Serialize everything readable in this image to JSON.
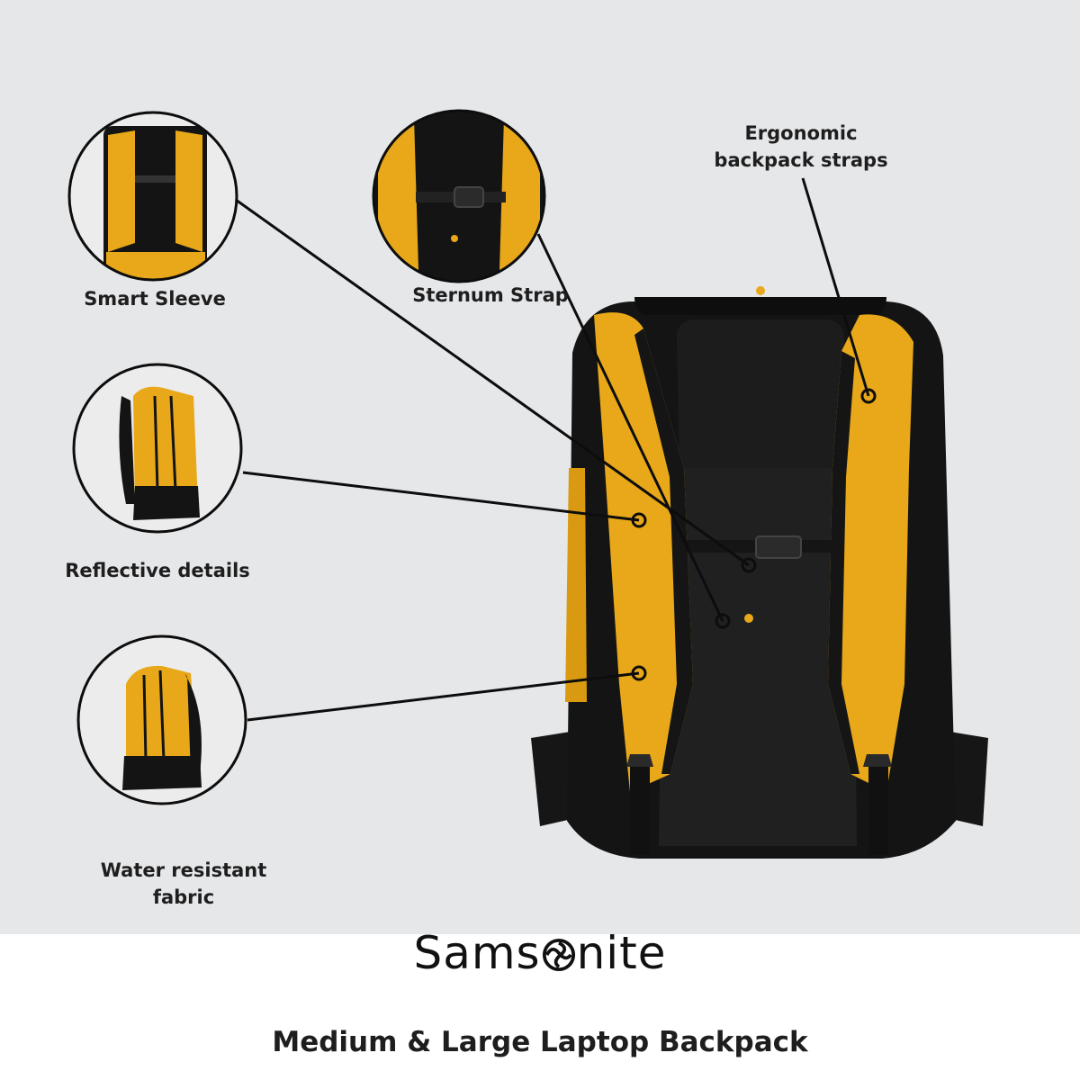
{
  "colors": {
    "background": "#e6e7e9",
    "footer": "#ffffff",
    "fabric_yellow": "#e8a819",
    "pack_black": "#141414",
    "callout_line": "#0d0d0d"
  },
  "callouts": [
    {
      "id": "smart-sleeve",
      "lines": [
        "Smart Sleeve"
      ]
    },
    {
      "id": "sternum-strap",
      "lines": [
        "Sternum Strap"
      ]
    },
    {
      "id": "ergonomic-straps",
      "lines": [
        "Ergonomic",
        "backpack straps"
      ]
    },
    {
      "id": "reflective-details",
      "lines": [
        "Reflective details"
      ]
    },
    {
      "id": "water-resistant",
      "lines": [
        "Water resistant",
        "fabric"
      ]
    }
  ],
  "brand": {
    "before_o": "Sams",
    "after_o": "nite"
  },
  "product": {
    "subtitle": "Medium & Large Laptop Backpack"
  }
}
